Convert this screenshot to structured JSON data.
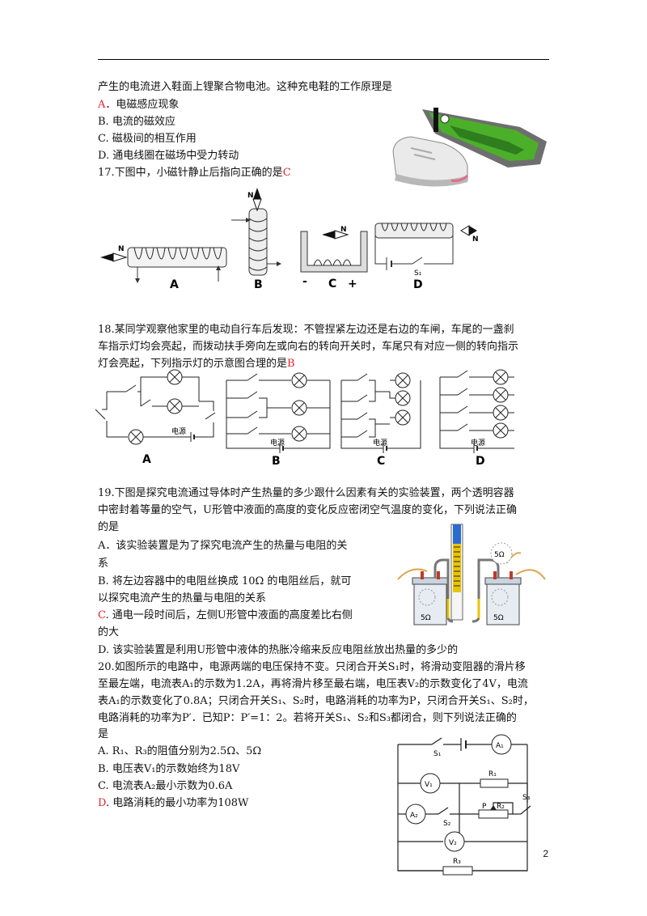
{
  "q16": {
    "stem_tail": "产生的电流进入鞋面上锂聚合物电池。这种充电鞋的工作原理是",
    "opt_a_letter": "A",
    "opt_a_text": "．电磁感应现象",
    "opt_b": "B. 电流的磁效应",
    "opt_c": "C. 磁极间的相互作用",
    "opt_d": "D. 通电线圈在磁场中受力转动"
  },
  "q17": {
    "stem": "17.下图中，小磁针静止后指向正确的是",
    "answer": "C",
    "fig_labels": {
      "a": "A",
      "b": "B",
      "c": "C",
      "d": "D",
      "n": "N",
      "s1": "S₁",
      "minus": "-",
      "plus": "+"
    }
  },
  "q18": {
    "line1": "18.某同学观察他家里的电动自行车后发现：不管捏紧左边还是右边的车闸，车尾的一盏刹",
    "line2": "车指示灯均会亮起，而拨动扶手旁向左或向右的转向开关时，车尾只有对应一侧的转向指示",
    "line3": "灯会亮起，下列指示灯的示意图合理的是",
    "answer": "B",
    "fig_labels": {
      "a": "A",
      "b": "B",
      "c": "C",
      "d": "D",
      "source": "电源"
    }
  },
  "q19": {
    "line1": "19.下图是探究电流通过导体时产生热量的多少跟什么因素有关的实验装置，两个透明容器",
    "line2": "中密封着等量的空气，U形管中液面的高度的变化反应密闭空气温度的变化，下列说法正确",
    "line3": "的是",
    "opt_a1": "A．该实验装置是为了探究电流产生的热量与电阻的关",
    "opt_a2": "系",
    "opt_b1": "B. 将左边容器中的电阻丝换成 10Ω 的电阻丝后，就可",
    "opt_b2": "以探究电流产生的热量与电阻的关系",
    "opt_c_letter": "C",
    "opt_c1": ". 通电一段时间后，左侧U形管中液面的高度差比右侧",
    "opt_c2": "的大",
    "opt_d": "D. 该实验装置是利用U形管中液体的热胀冷缩来反应电阻丝放出热量的多少的",
    "fig_labels": {
      "r_left": "5Ω",
      "r_right": "5Ω",
      "r_top": "5Ω"
    }
  },
  "q20": {
    "line1": "20.如图所示的电路中，电源两端的电压保持不变。只闭合开关S₁时，将滑动变阻器的滑片移",
    "line2": "至最左端，电流表A₁的示数为1.2A，再将滑片移至最右端，电压表V₂的示数变化了4V，电流",
    "line3": "表A₁的示数变化了0.8A；只闭合开关S₁、S₂时，电路消耗的功率为P，只闭合开关S₁、S₂时，",
    "line4": "电路消耗的功率为P′．已知P：P′=1：2。若将开关S₁、S₂和S₃都闭合，则下列说法正确的",
    "line5": "是",
    "opt_a": "A. R₁、R₃的阻值分别为2.5Ω、5Ω",
    "opt_b": "B. 电压表V₁的示数始终为18V",
    "opt_c": "C. 电流表A₂最小示数为0.6A",
    "opt_d_letter": "D",
    "opt_d_text": ". 电路消耗的最小功率为108W",
    "fig_labels": {
      "s1": "S₁",
      "s2": "S₂",
      "s3": "S₃",
      "a1": "A₁",
      "a2": "A₂",
      "v1": "V₁",
      "v2": "V₂",
      "r1": "R₁",
      "r2": "R₂",
      "r3": "R₃",
      "p": "P"
    }
  },
  "page_number": "2"
}
